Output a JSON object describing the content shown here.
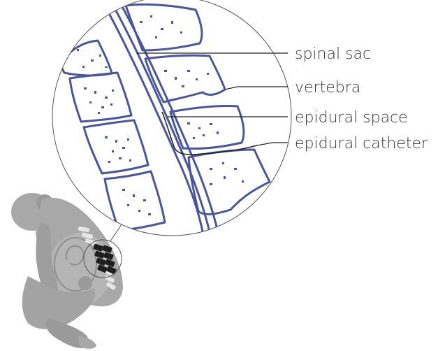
{
  "labels": {
    "spinal_sac": "spinal sac",
    "vertebra": "vertebra",
    "epidural_space": "epidural space",
    "epidural_catheter": "epidural catheter"
  },
  "colors": {
    "bone_outline": "#4a5699",
    "bone_speckle": "#4a5699",
    "leader_line": "#222222",
    "label_text": "#333333",
    "figure_body": "#a8a8a8",
    "figure_light": "#cfcfcf",
    "spine_marker": "#1e1e1e"
  }
}
